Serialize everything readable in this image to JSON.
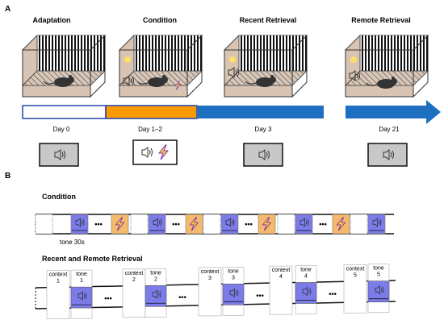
{
  "panel_a": {
    "label": "A",
    "stages": [
      "Adaptation",
      "Condition",
      "Recent Retrieval",
      "Remote Retrieval"
    ],
    "days": [
      "Day 0",
      "Day 1–2",
      "Day 3",
      "Day 21"
    ],
    "colors": {
      "adaptation": "#ffffff",
      "condition": "#ff9900",
      "retrieval": "#1f6fc1",
      "outline": "#2244aa"
    }
  },
  "panel_b": {
    "label": "B",
    "condition_title": "Condition",
    "tone_label": "tone 30s",
    "ellipsis": "•••",
    "retrieval_title": "Recent and Remote Retrieval",
    "retrieval_pairs": [
      {
        "context": "context",
        "context_n": "1",
        "tone": "tone",
        "tone_n": "1"
      },
      {
        "context": "context",
        "context_n": "2",
        "tone": "tone",
        "tone_n": "2"
      },
      {
        "context": "context",
        "context_n": "3",
        "tone": "tone",
        "tone_n": "3"
      },
      {
        "context": "context",
        "context_n": "4",
        "tone": "tone",
        "tone_n": "4"
      },
      {
        "context": "context",
        "context_n": "5",
        "tone": "tone",
        "tone_n": "5"
      }
    ],
    "colors": {
      "tone": "#7b7bea",
      "shock": "#f5b96b"
    }
  }
}
